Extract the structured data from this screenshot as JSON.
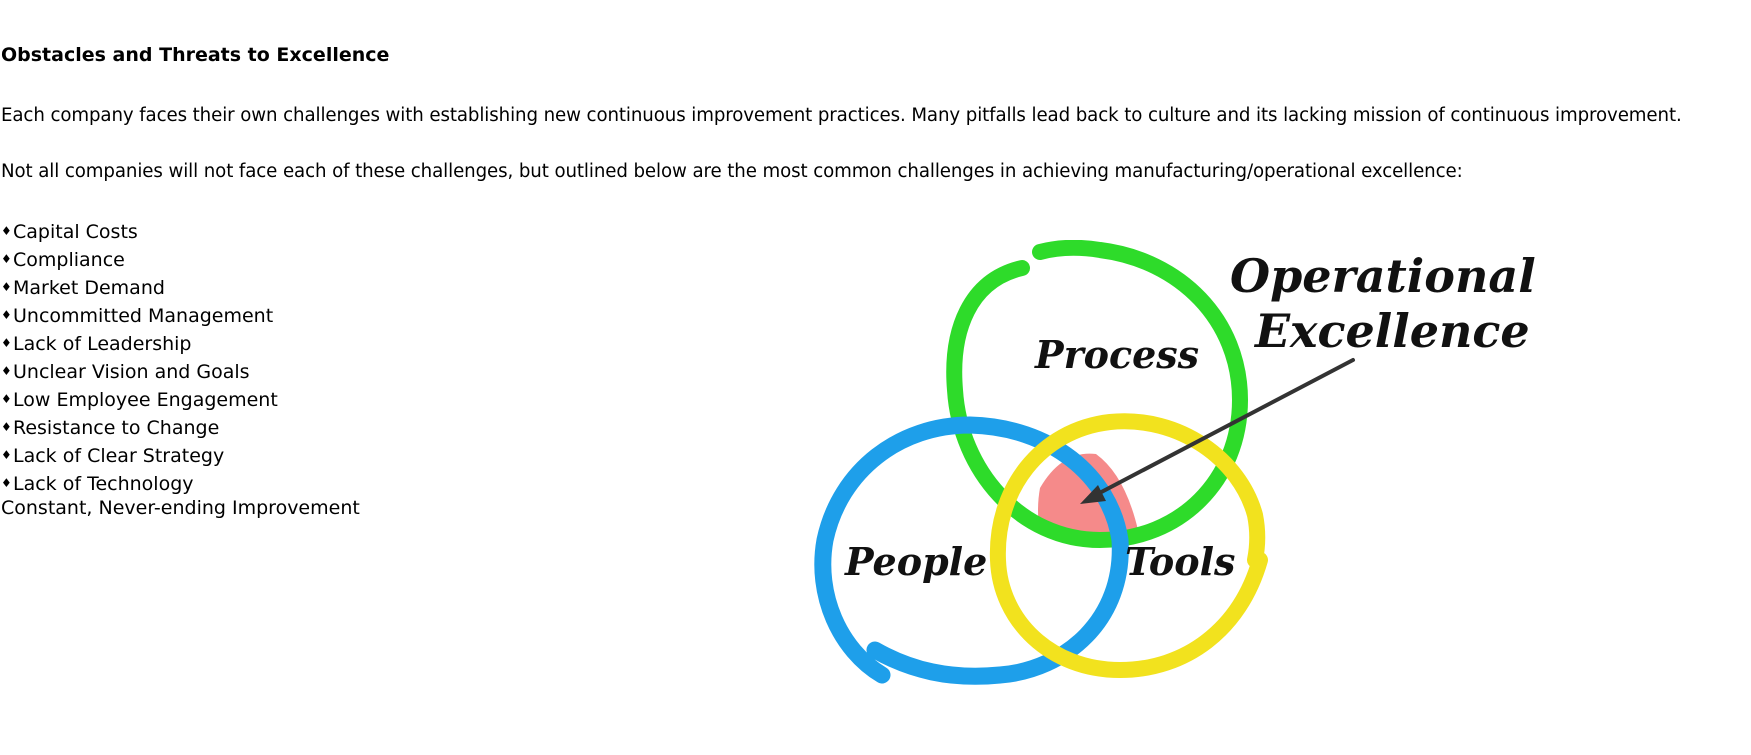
{
  "heading": "Obstacles and Threats to Excellence",
  "paragraphs": [
    "Each company faces their own challenges with establishing new continuous improvement practices. Many pitfalls lead back to culture and its lacking mission of continuous improvement.",
    "Not all companies will not face each of these challenges, but outlined below are the most common challenges in achieving manufacturing/operational excellence:"
  ],
  "bullet_glyph": "♦",
  "challenges": [
    "Capital Costs",
    "Compliance",
    "Market Demand",
    "Uncommitted Management",
    "Lack of Leadership",
    "Unclear Vision and Goals",
    "Low Employee Engagement",
    "Resistance to Change",
    "Lack of Clear Strategy",
    "Lack of Technology"
  ],
  "closing": "Constant, Never-ending Improvement",
  "diagram": {
    "title_line1": "Operational",
    "title_line2": "Excellence",
    "circles": [
      {
        "label": "Process",
        "color": "#2EDB2A"
      },
      {
        "label": "People",
        "color": "#1E9FEA"
      },
      {
        "label": "Tools",
        "color": "#F2E21E"
      }
    ],
    "intersection_color": "#F58A8A"
  }
}
